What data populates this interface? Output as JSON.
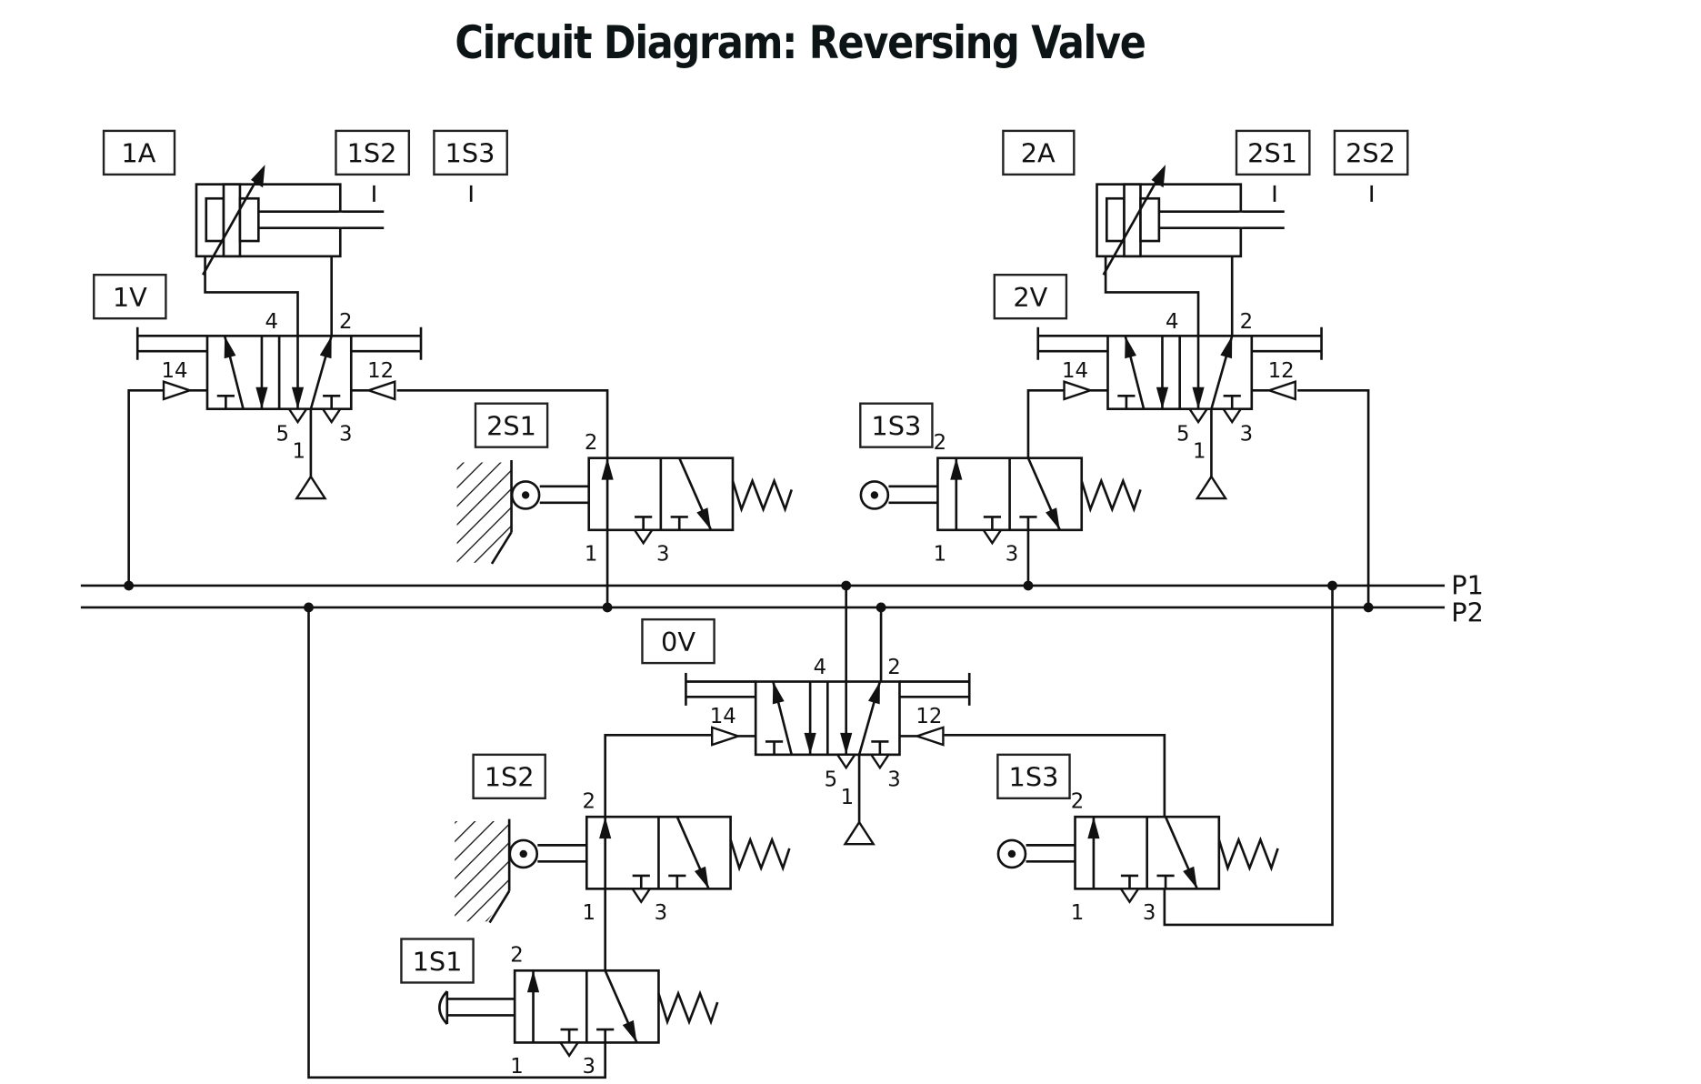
{
  "title": "Circuit Diagram: Reversing Valve",
  "bus_lines": {
    "p1": "P1",
    "p2": "P2"
  },
  "components": {
    "cyl1": {
      "label": "1A",
      "sensors": [
        "1S2",
        "1S3"
      ]
    },
    "cyl2": {
      "label": "2A",
      "sensors": [
        "2S1",
        "2S2"
      ]
    },
    "valve_1v": {
      "label": "1V",
      "ports": {
        "p4": "4",
        "p2": "2",
        "p14": "14",
        "p12": "12",
        "p5": "5",
        "p1": "1",
        "p3": "3"
      }
    },
    "valve_2v": {
      "label": "2V",
      "ports": {
        "p4": "4",
        "p2": "2",
        "p14": "14",
        "p12": "12",
        "p5": "5",
        "p1": "1",
        "p3": "3"
      }
    },
    "valve_0v": {
      "label": "0V",
      "ports": {
        "p4": "4",
        "p2": "2",
        "p14": "14",
        "p12": "12",
        "p5": "5",
        "p1": "1",
        "p3": "3"
      }
    },
    "valve_2s1": {
      "label": "2S1",
      "ports": {
        "p2": "2",
        "p1": "1",
        "p3": "3"
      },
      "actuation": "roller, spring return"
    },
    "valve_1s3_top": {
      "label": "1S3",
      "ports": {
        "p2": "2",
        "p1": "1",
        "p3": "3"
      },
      "actuation": "roller, spring return"
    },
    "valve_1s2": {
      "label": "1S2",
      "ports": {
        "p2": "2",
        "p1": "1",
        "p3": "3"
      },
      "actuation": "roller, spring return"
    },
    "valve_1s3_bottom": {
      "label": "1S3",
      "ports": {
        "p2": "2",
        "p1": "1",
        "p3": "3"
      },
      "actuation": "roller, spring return"
    },
    "valve_1s1": {
      "label": "1S1",
      "ports": {
        "p2": "2",
        "p1": "1",
        "p3": "3"
      },
      "actuation": "push button, spring return"
    }
  }
}
